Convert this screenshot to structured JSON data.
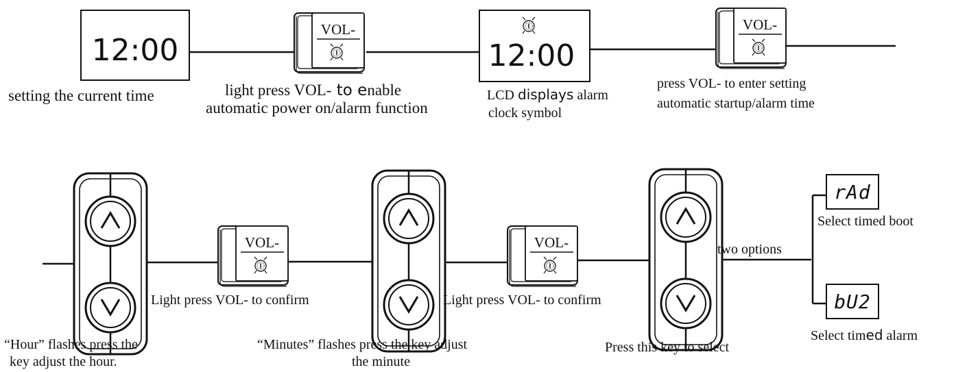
{
  "row1": {
    "clock_display_1": "12:00",
    "clock_display_2": "12:00",
    "vol_key_1": "VOL-",
    "vol_key_2": "VOL-",
    "caption_setting_time": "setting the current time",
    "caption_light_press_a": "light press VOL-",
    "caption_light_press_b": " to e",
    "caption_light_press_c": "nable",
    "caption_light_press_line2": "automatic power on/alarm function",
    "caption_lcd_a": "LCD ",
    "caption_lcd_b": "displays",
    "caption_lcd_c": " alarm",
    "caption_lcd_line2": "clock symbol",
    "caption_press_enter_line1": "press VOL- to  enter setting",
    "caption_press_enter_line2": "automatic startup/alarm time"
  },
  "row2": {
    "vol_key_3": "VOL-",
    "vol_key_4": "VOL-",
    "caption_hour_line1": "“Hour” flashes press the",
    "caption_hour_line2": "key adjust the hour.",
    "caption_confirm_1": "Light press VOL- to confirm",
    "caption_minutes_line1": "“Minutes” flashes press the key adjust",
    "caption_minutes_line2": "the minute",
    "caption_confirm_2": "Light press VOL- to confirm",
    "caption_select": "Press this key to select",
    "two_options": "two options",
    "option_1_display": "rAd",
    "option_1_label": "Select timed boot",
    "option_2_display": "bU2",
    "option_2_label_a": "Select tim",
    "option_2_label_b": "ed",
    "option_2_label_c": " alarm"
  }
}
